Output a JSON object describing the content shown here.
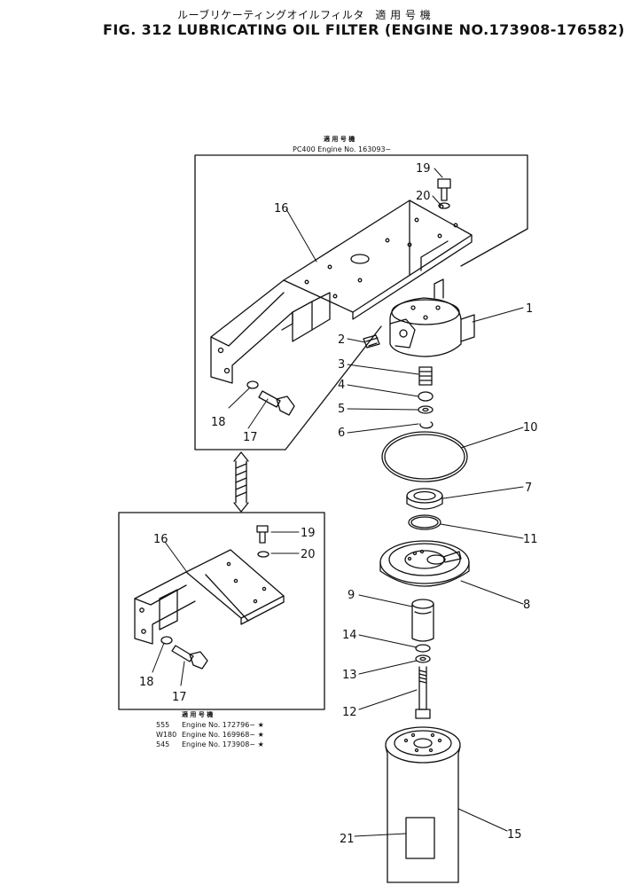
{
  "header": {
    "title_jp": "ルーブリケーティングオイルフィルタ　適 用 号 機",
    "title": "FIG. 312  LUBRICATING OIL FILTER (ENGINE NO.173908-176582)"
  },
  "upper_box_note": {
    "heading": "適 用 号 機",
    "line1": "PC400  Engine  No.  163093~"
  },
  "lower_box_note": {
    "heading": "適 用 号 機",
    "rows": [
      {
        "model": "555",
        "text": "Engine  No.  172796~ ★"
      },
      {
        "model": "W180",
        "text": "Engine  No.  169968~ ★"
      },
      {
        "model": "545",
        "text": "Engine  No.  173908~ ★"
      }
    ]
  },
  "callouts": {
    "c1": "1",
    "c2": "2",
    "c3": "3",
    "c4": "4",
    "c5": "5",
    "c6": "6",
    "c7": "7",
    "c8": "8",
    "c9": "9",
    "c10": "10",
    "c11": "11",
    "c12": "12",
    "c13": "13",
    "c14": "14",
    "c15": "15",
    "c21": "21",
    "u16": "16",
    "u17": "17",
    "u18": "18",
    "u19": "19",
    "u20": "20",
    "l16": "16",
    "l17": "17",
    "l18": "18",
    "l19": "19",
    "l20": "20"
  },
  "colors": {
    "ink": "#111111",
    "paper": "#ffffff"
  }
}
